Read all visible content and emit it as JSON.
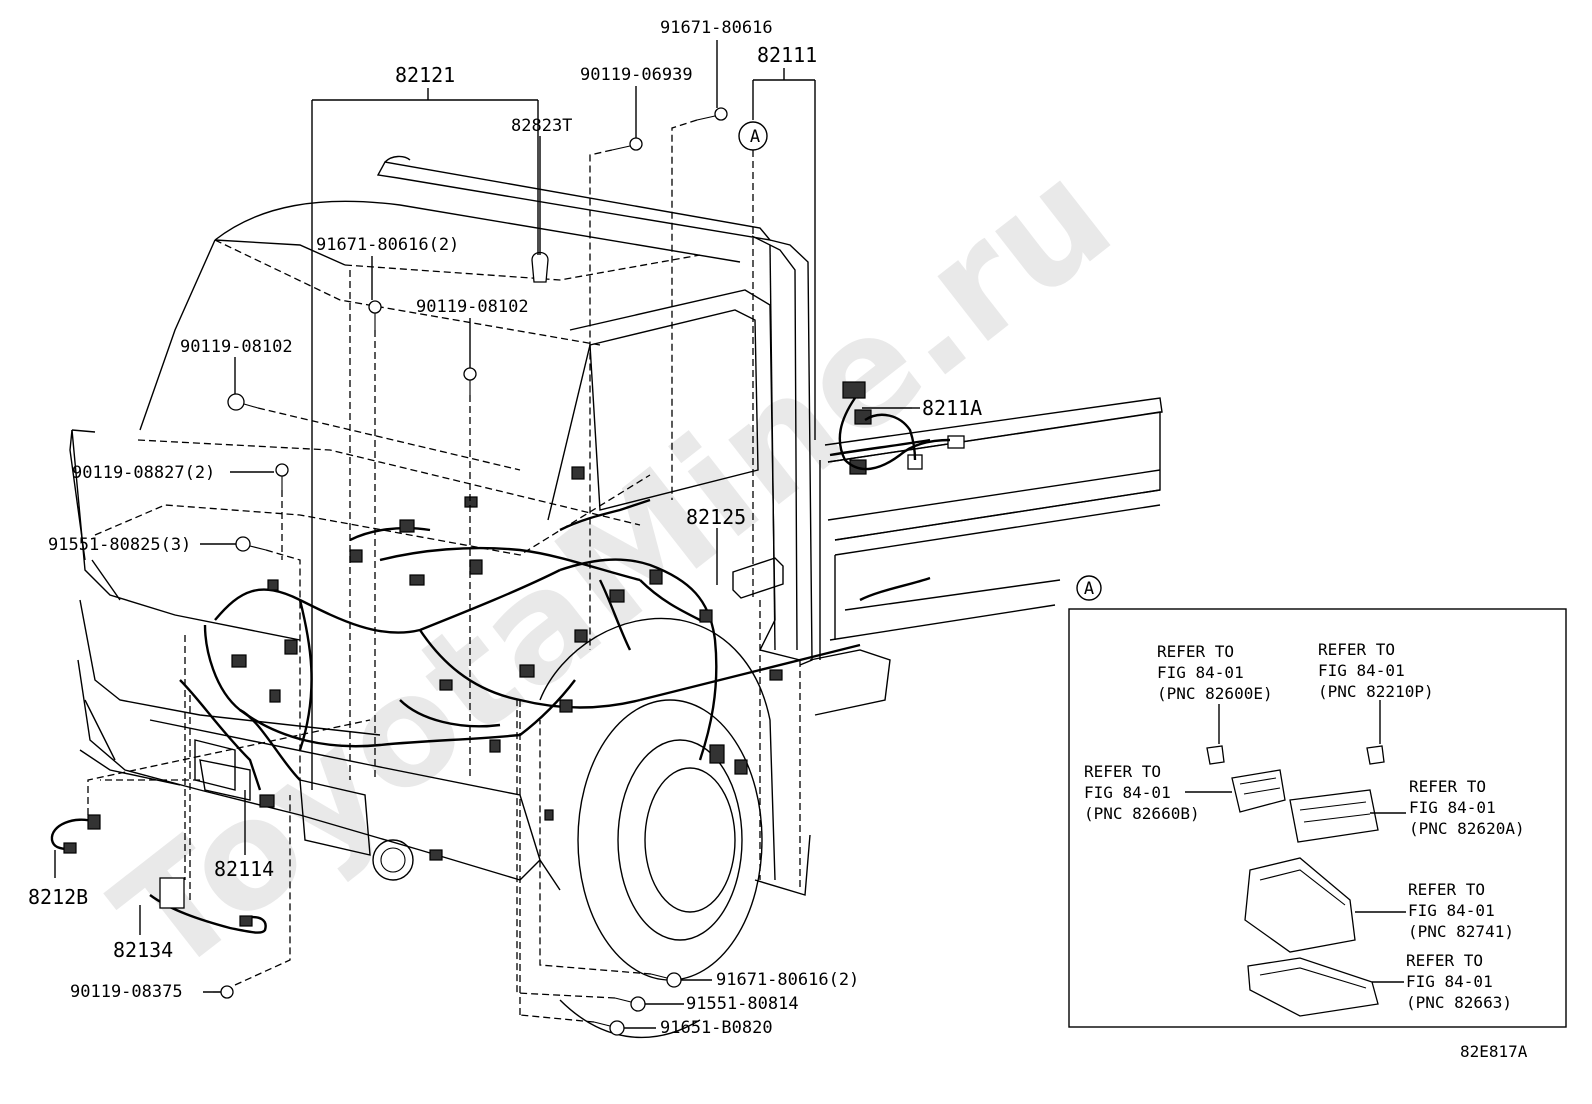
{
  "watermark": "ToyotaMine.ru",
  "diagram_code": "82E817A",
  "callout_a": "A",
  "parts": {
    "p82121": "82121",
    "p82823T": "82823T",
    "p90119_06939": "90119-06939",
    "p91671_80616_top": "91671-80616",
    "p82111": "82111",
    "p91671_80616_2_mid": "91671-80616(2)",
    "p90119_08102_mid": "90119-08102",
    "p90119_08102_left": "90119-08102",
    "p8211A": "8211A",
    "p90119_08827_2": "90119-08827(2)",
    "p82125": "82125",
    "p91551_80825_3": "91551-80825(3)",
    "p82114": "82114",
    "p8212B": "8212B",
    "p82134": "82134",
    "p90119_08375": "90119-08375",
    "p91671_80616_2_bottom": "91671-80616(2)",
    "p91551_80814": "91551-80814",
    "p91651_B0820": "91651-B0820"
  },
  "inset": {
    "refs": [
      {
        "l1": "REFER TO",
        "l2": "FIG 84-01",
        "l3": "(PNC 82600E)"
      },
      {
        "l1": "REFER TO",
        "l2": "FIG 84-01",
        "l3": "(PNC 82210P)"
      },
      {
        "l1": "REFER TO",
        "l2": "FIG 84-01",
        "l3": "(PNC 82660B)"
      },
      {
        "l1": "REFER TO",
        "l2": "FIG 84-01",
        "l3": "(PNC 82620A)"
      },
      {
        "l1": "REFER TO",
        "l2": "FIG 84-01",
        "l3": "(PNC 82741)"
      },
      {
        "l1": "REFER TO",
        "l2": "FIG 84-01",
        "l3": "(PNC 82663)"
      }
    ]
  }
}
